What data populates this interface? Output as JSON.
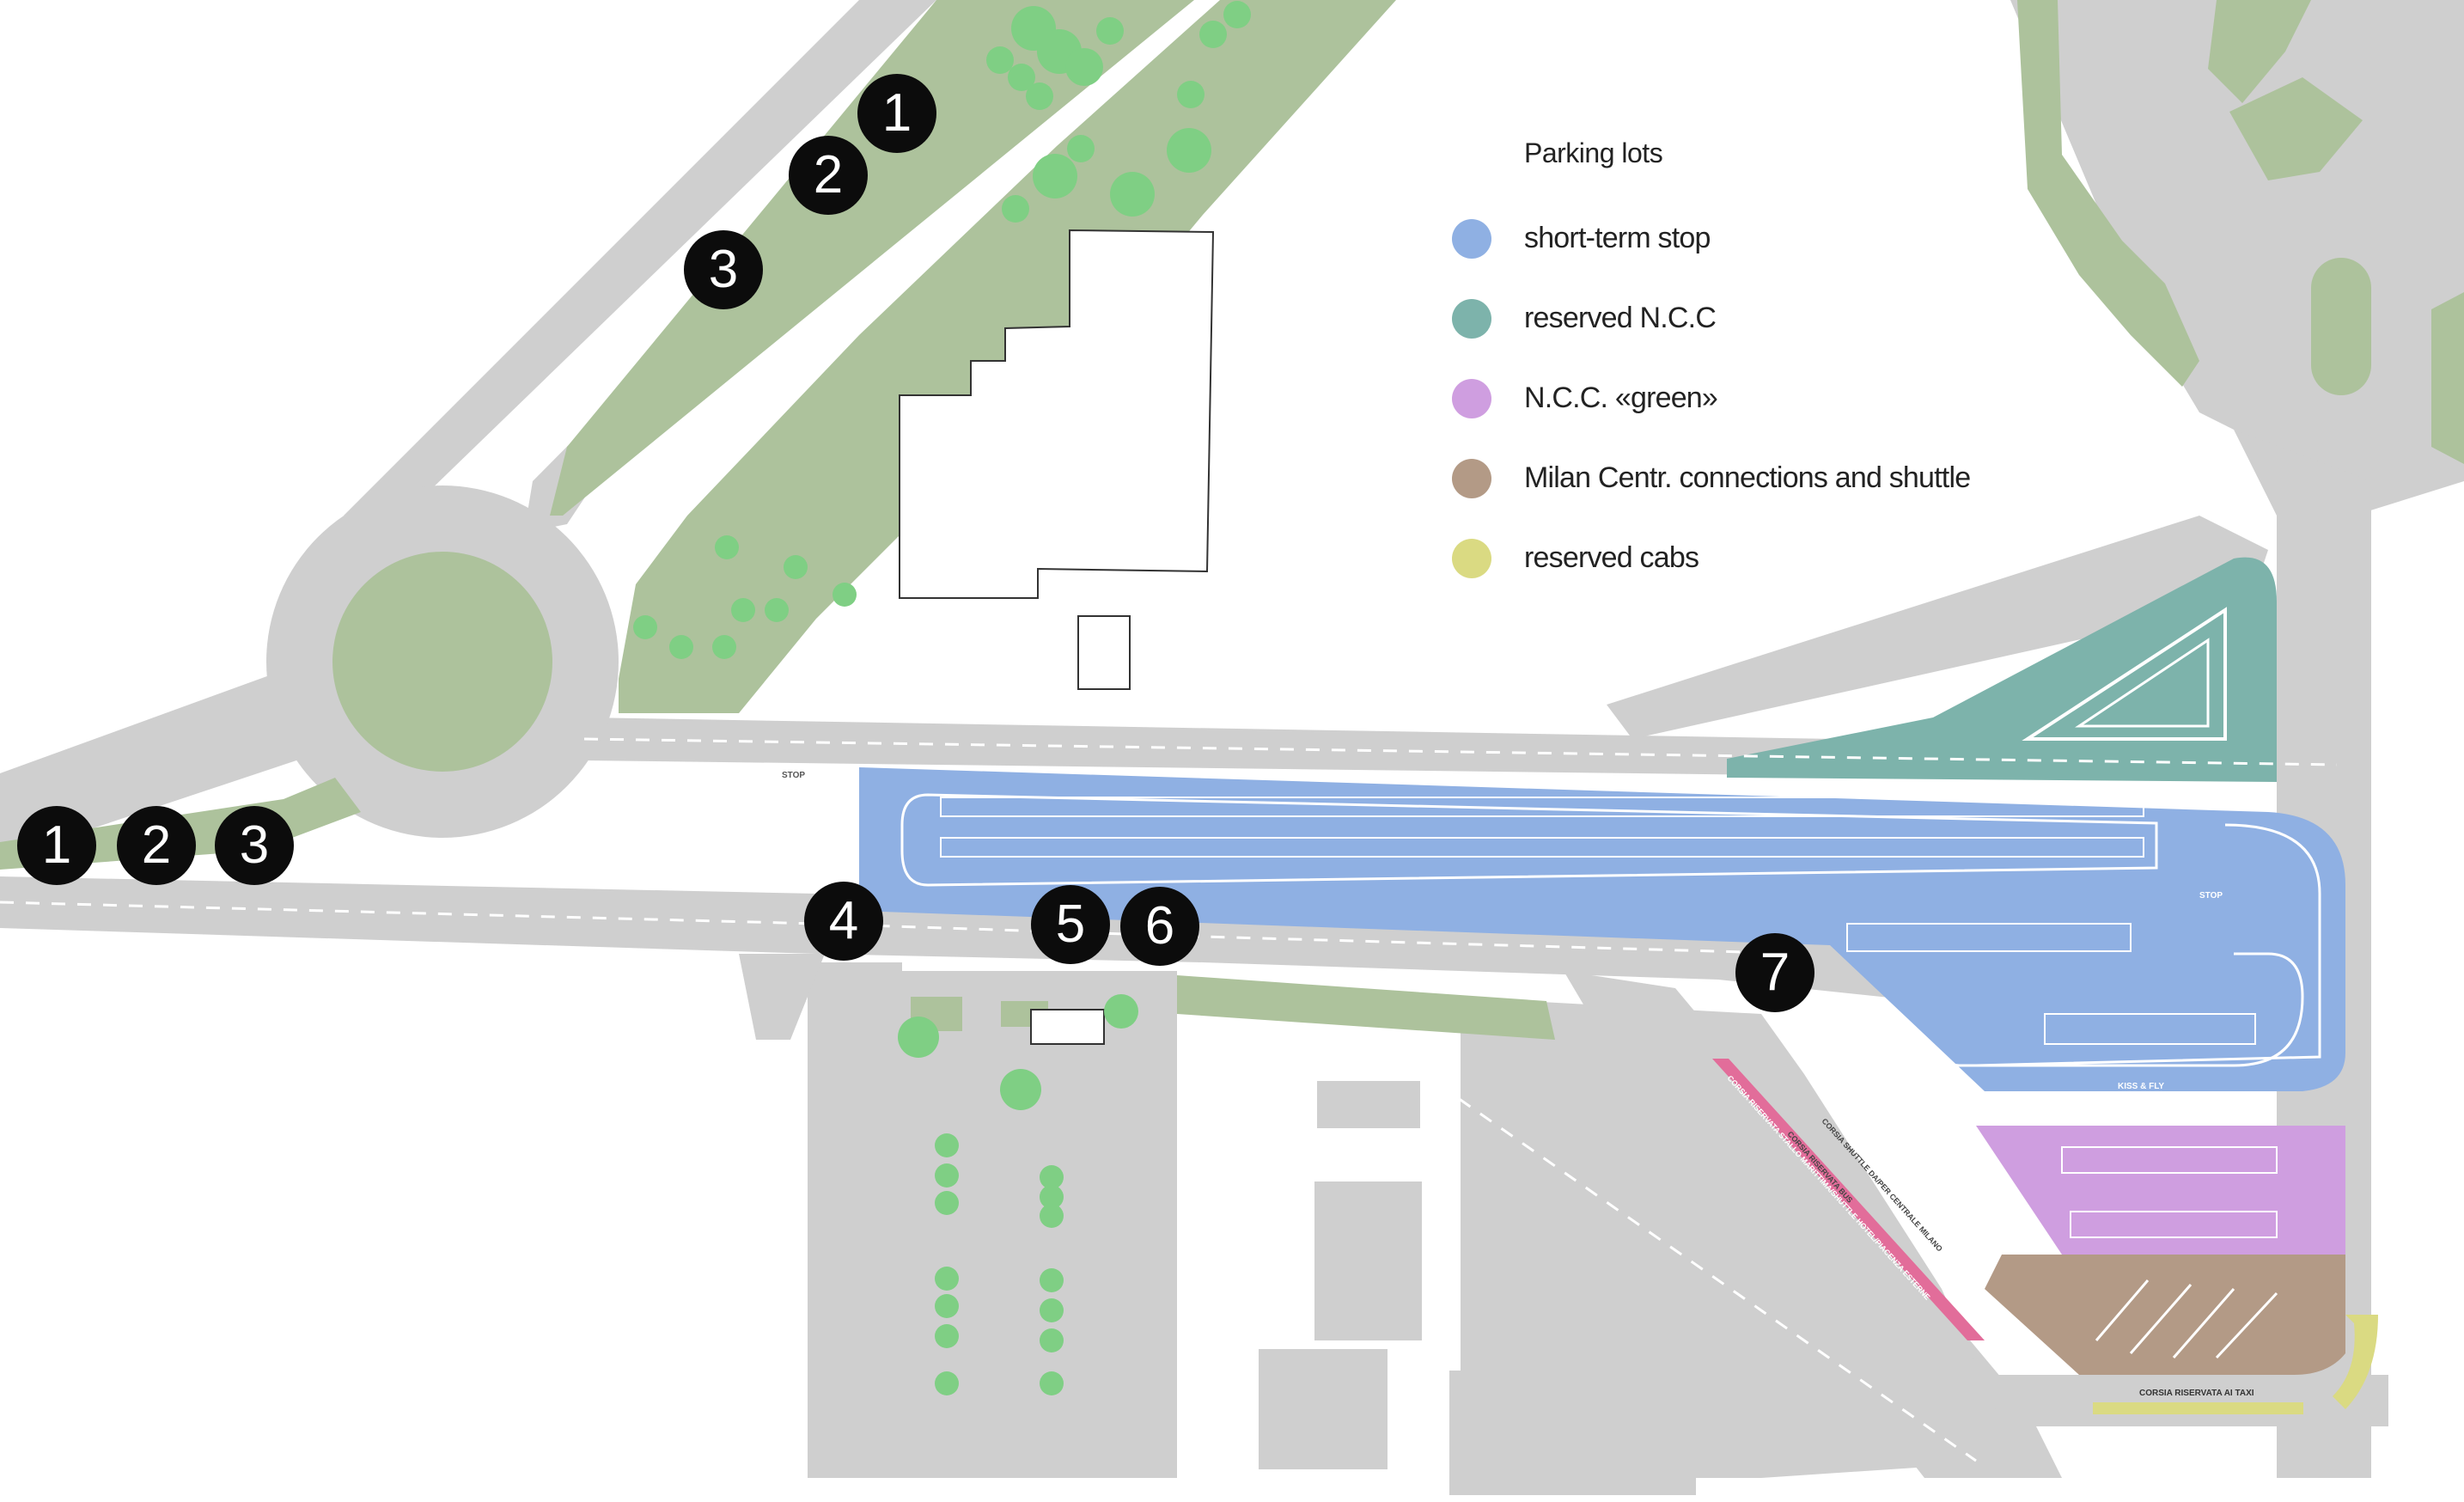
{
  "legend": {
    "title": "Parking lots",
    "items": [
      {
        "label": "short-term stop",
        "color": "#8fb0e3"
      },
      {
        "label": "reserved N.C.C",
        "color": "#7db3ab"
      },
      {
        "label": "N.C.C. «green»",
        "color": "#cf9ee0"
      },
      {
        "label": "Milan Centr. connections and shuttle",
        "color": "#b39a86"
      },
      {
        "label": "reserved cabs",
        "color": "#dada82"
      }
    ]
  },
  "markers": {
    "north": [
      "1",
      "2",
      "3"
    ],
    "west": [
      "1",
      "2",
      "3"
    ],
    "south": [
      "4",
      "5",
      "6",
      "7"
    ]
  },
  "road_labels": {
    "stop_west": "STOP",
    "stop_east": "STOP",
    "kiss_fly": "KISS & FLY",
    "cabs_lane": "CORSIA RISERVATA AI TAXI",
    "bus_lane_1": "CORSIA SHUTTLE DA/PER CENTRALE MILANO",
    "bus_lane_2": "CORSIA RISERVATA BUS",
    "bus_lane_3": "CORSIA RISERVATA STALLO MARITTIMA/SHUTTLE HOTEL/PIACENZA ESTERNE"
  },
  "colors": {
    "road": "#cfcfcf",
    "green_area": "#adc29c",
    "tree": "#7fcf84",
    "building": "#ffffff"
  }
}
